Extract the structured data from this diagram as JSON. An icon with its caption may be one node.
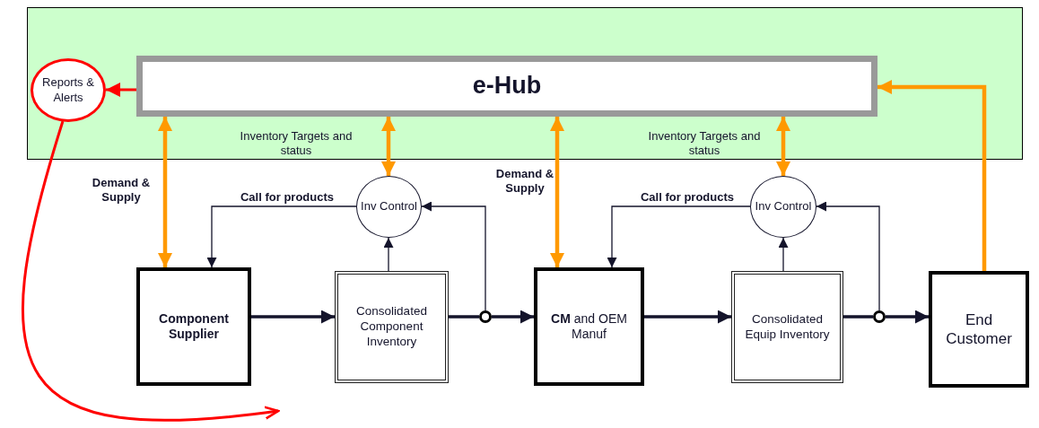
{
  "diagram": {
    "nodes": [
      {
        "text": [],
        "shape": "box"
      },
      {
        "text": [
          "e-Hub"
        ],
        "in": 0
      },
      {
        "text": [
          "Reports & Alerts"
        ],
        "in": 0
      },
      {
        "text": [
          "Inv Control"
        ]
      },
      {
        "text": [
          "Inv Control"
        ]
      },
      {
        "text": [
          "Component Supplier"
        ]
      },
      {
        "text": [
          "Consolidated Component Inventory"
        ]
      },
      {
        "text": [
          "**CM** and OEM Manuf"
        ]
      },
      {
        "text": [
          "Consolidated Equip Inventory"
        ]
      },
      {
        "text": [
          "End Customer"
        ]
      },
      {
        "text": [],
        "shape": "circle"
      },
      {
        "text": [],
        "shape": "circle"
      }
    ],
    "edges": [
      {
        "from": 1,
        "to": 2,
        "arrow": "to",
        "color": "#ff0000"
      },
      {
        "from": 1,
        "to": 5,
        "arrow": "both",
        "color": "#ff9900"
      },
      {
        "from": 1,
        "to": 3,
        "arrow": "both",
        "color": "#ff9900"
      },
      {
        "from": 1,
        "to": 7,
        "arrow": "both",
        "color": "#ff9900"
      },
      {
        "from": 1,
        "to": 4,
        "arrow": "both",
        "color": "#ff9900"
      },
      {
        "from": 9,
        "to": 1,
        "arrow": "to",
        "color": "#ff9900"
      },
      {
        "from": 3,
        "to": 5,
        "arrow": "to",
        "label": "Call for products"
      },
      {
        "from": 4,
        "to": 7,
        "arrow": "to",
        "label": "Call for products"
      },
      {
        "from": 6,
        "to": 3,
        "arrow": "to"
      },
      {
        "from": 8,
        "to": 4,
        "arrow": "to"
      },
      {
        "from": 10,
        "to": 3,
        "arrow": "to"
      },
      {
        "from": 11,
        "to": 4,
        "arrow": "to"
      },
      {
        "from": 5,
        "to": 6,
        "arrow": "to"
      },
      {
        "from": 6,
        "to": 10,
        "arrow": "none"
      },
      {
        "from": 10,
        "to": 7,
        "arrow": "to"
      },
      {
        "from": 7,
        "to": 8,
        "arrow": "to"
      },
      {
        "from": 8,
        "to": 11,
        "arrow": "none"
      },
      {
        "from": 11,
        "to": 9,
        "arrow": "to"
      },
      {
        "from": 2,
        "to": null,
        "arrow": "to",
        "color": "#ff0000"
      }
    ],
    "labels": [
      "Inventory Targets and status",
      "Inventory Targets and status",
      "Demand & Supply",
      "Demand & Supply"
    ]
  }
}
